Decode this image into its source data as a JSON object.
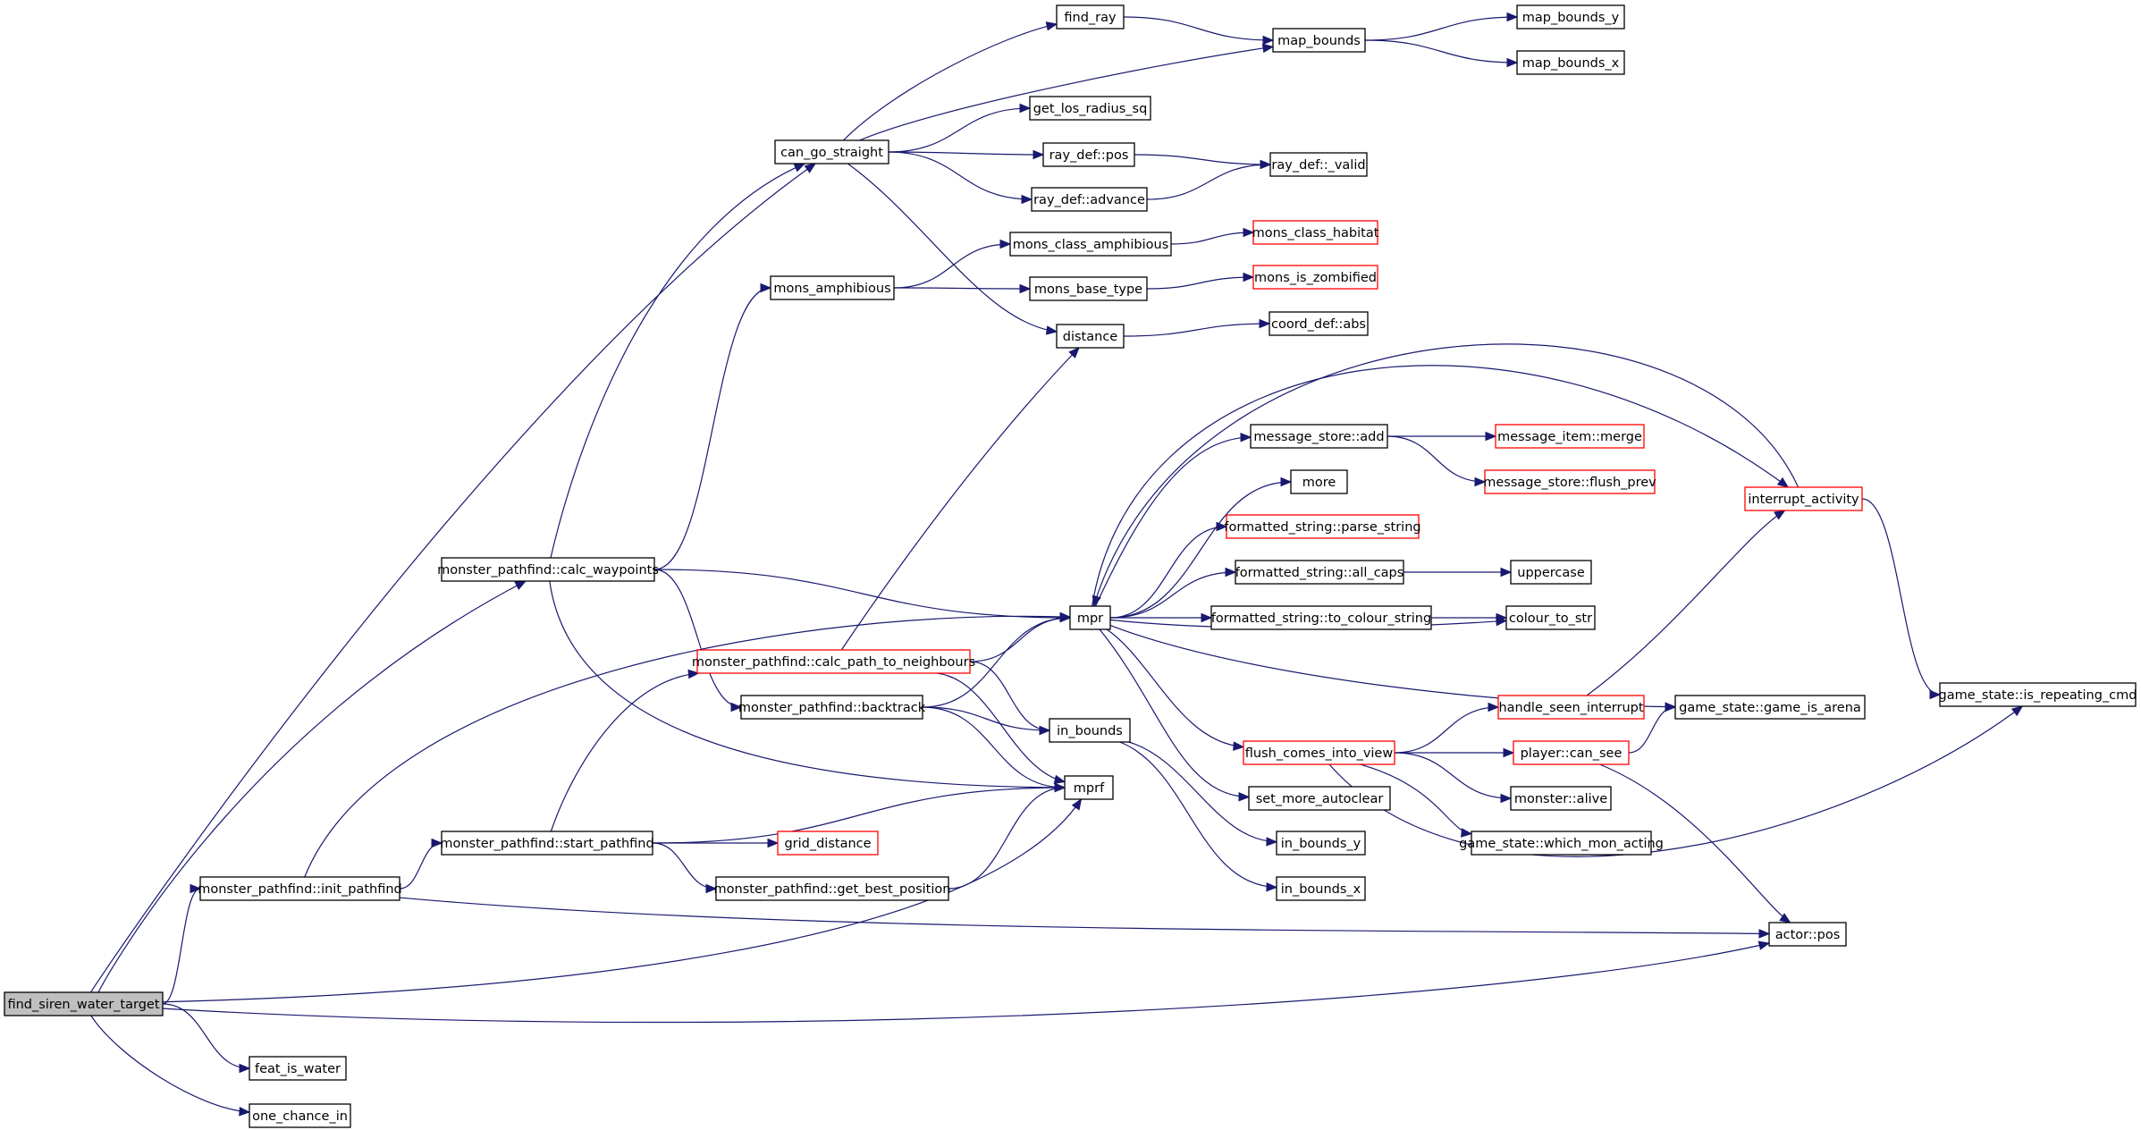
{
  "colors": {
    "edge": "#191970",
    "node_border": "#000000",
    "node_border_truncated": "#ff0000",
    "root_fill": "#bfbfbf",
    "background": "#ffffff"
  },
  "nodes": [
    {
      "id": "find_siren_water_target",
      "label": "find_siren_water_target",
      "style": "root"
    },
    {
      "id": "calc_waypoints",
      "label": "monster_pathfind::calc_waypoints",
      "style": "normal"
    },
    {
      "id": "init_pathfind",
      "label": "monster_pathfind::init_pathfind",
      "style": "normal"
    },
    {
      "id": "feat_is_water",
      "label": "feat_is_water",
      "style": "normal"
    },
    {
      "id": "one_chance_in",
      "label": "one_chance_in",
      "style": "normal"
    },
    {
      "id": "can_go_straight",
      "label": "can_go_straight",
      "style": "normal"
    },
    {
      "id": "mons_amphibious",
      "label": "mons_amphibious",
      "style": "normal"
    },
    {
      "id": "calc_path_to_neighbours",
      "label": "monster_pathfind::calc_path_to_neighbours",
      "style": "red"
    },
    {
      "id": "backtrack",
      "label": "monster_pathfind::backtrack",
      "style": "normal"
    },
    {
      "id": "start_pathfind",
      "label": "monster_pathfind::start_pathfind",
      "style": "normal"
    },
    {
      "id": "grid_distance",
      "label": "grid_distance",
      "style": "red"
    },
    {
      "id": "get_best_position",
      "label": "monster_pathfind::get_best_position",
      "style": "normal"
    },
    {
      "id": "find_ray",
      "label": "find_ray",
      "style": "normal"
    },
    {
      "id": "map_bounds",
      "label": "map_bounds",
      "style": "normal"
    },
    {
      "id": "map_bounds_y",
      "label": "map_bounds_y",
      "style": "normal"
    },
    {
      "id": "map_bounds_x",
      "label": "map_bounds_x",
      "style": "normal"
    },
    {
      "id": "get_los_radius_sq",
      "label": "get_los_radius_sq",
      "style": "normal"
    },
    {
      "id": "ray_pos",
      "label": "ray_def::pos",
      "style": "normal"
    },
    {
      "id": "ray_valid",
      "label": "ray_def::_valid",
      "style": "normal"
    },
    {
      "id": "ray_advance",
      "label": "ray_def::advance",
      "style": "normal"
    },
    {
      "id": "mons_class_amphibious",
      "label": "mons_class_amphibious",
      "style": "normal"
    },
    {
      "id": "mons_class_habitat",
      "label": "mons_class_habitat",
      "style": "red"
    },
    {
      "id": "mons_base_type",
      "label": "mons_base_type",
      "style": "normal"
    },
    {
      "id": "mons_is_zombified",
      "label": "mons_is_zombified",
      "style": "red"
    },
    {
      "id": "distance",
      "label": "distance",
      "style": "normal"
    },
    {
      "id": "coord_abs",
      "label": "coord_def::abs",
      "style": "normal"
    },
    {
      "id": "mpr",
      "label": "mpr",
      "style": "normal"
    },
    {
      "id": "mprf",
      "label": "mprf",
      "style": "normal"
    },
    {
      "id": "in_bounds",
      "label": "in_bounds",
      "style": "normal"
    },
    {
      "id": "in_bounds_y",
      "label": "in_bounds_y",
      "style": "normal"
    },
    {
      "id": "in_bounds_x",
      "label": "in_bounds_x",
      "style": "normal"
    },
    {
      "id": "message_store_add",
      "label": "message_store::add",
      "style": "normal"
    },
    {
      "id": "message_item_merge",
      "label": "message_item::merge",
      "style": "red"
    },
    {
      "id": "message_store_flush_prev",
      "label": "message_store::flush_prev",
      "style": "red"
    },
    {
      "id": "more",
      "label": "more",
      "style": "normal"
    },
    {
      "id": "parse_string",
      "label": "formatted_string::parse_string",
      "style": "red"
    },
    {
      "id": "all_caps",
      "label": "formatted_string::all_caps",
      "style": "normal"
    },
    {
      "id": "uppercase",
      "label": "uppercase",
      "style": "normal"
    },
    {
      "id": "to_colour_string",
      "label": "formatted_string::to_colour_string",
      "style": "normal"
    },
    {
      "id": "colour_to_str",
      "label": "colour_to_str",
      "style": "normal"
    },
    {
      "id": "flush_comes_into_view",
      "label": "flush_comes_into_view",
      "style": "red"
    },
    {
      "id": "set_more_autoclear",
      "label": "set_more_autoclear",
      "style": "normal"
    },
    {
      "id": "handle_seen_interrupt",
      "label": "handle_seen_interrupt",
      "style": "red"
    },
    {
      "id": "player_can_see",
      "label": "player::can_see",
      "style": "red"
    },
    {
      "id": "monster_alive",
      "label": "monster::alive",
      "style": "normal"
    },
    {
      "id": "which_mon_acting",
      "label": "game_state::which_mon_acting",
      "style": "normal"
    },
    {
      "id": "interrupt_activity",
      "label": "interrupt_activity",
      "style": "red"
    },
    {
      "id": "game_is_arena",
      "label": "game_state::game_is_arena",
      "style": "normal"
    },
    {
      "id": "is_repeating_cmd",
      "label": "game_state::is_repeating_cmd",
      "style": "normal"
    },
    {
      "id": "actor_pos",
      "label": "actor::pos",
      "style": "normal"
    }
  ],
  "edges": [
    [
      "find_siren_water_target",
      "calc_waypoints"
    ],
    [
      "find_siren_water_target",
      "init_pathfind"
    ],
    [
      "find_siren_water_target",
      "mprf"
    ],
    [
      "find_siren_water_target",
      "actor_pos"
    ],
    [
      "find_siren_water_target",
      "feat_is_water"
    ],
    [
      "find_siren_water_target",
      "one_chance_in"
    ],
    [
      "find_siren_water_target",
      "can_go_straight"
    ],
    [
      "calc_waypoints",
      "can_go_straight"
    ],
    [
      "calc_waypoints",
      "mons_amphibious"
    ],
    [
      "calc_waypoints",
      "mpr"
    ],
    [
      "calc_waypoints",
      "backtrack"
    ],
    [
      "calc_waypoints",
      "mprf"
    ],
    [
      "init_pathfind",
      "mpr"
    ],
    [
      "init_pathfind",
      "start_pathfind"
    ],
    [
      "init_pathfind",
      "actor_pos"
    ],
    [
      "can_go_straight",
      "find_ray"
    ],
    [
      "can_go_straight",
      "map_bounds"
    ],
    [
      "can_go_straight",
      "get_los_radius_sq"
    ],
    [
      "can_go_straight",
      "ray_pos"
    ],
    [
      "can_go_straight",
      "ray_advance"
    ],
    [
      "can_go_straight",
      "distance"
    ],
    [
      "find_ray",
      "map_bounds"
    ],
    [
      "map_bounds",
      "map_bounds_y"
    ],
    [
      "map_bounds",
      "map_bounds_x"
    ],
    [
      "ray_pos",
      "ray_valid"
    ],
    [
      "ray_advance",
      "ray_valid"
    ],
    [
      "mons_amphibious",
      "mons_class_amphibious"
    ],
    [
      "mons_amphibious",
      "mons_base_type"
    ],
    [
      "mons_class_amphibious",
      "mons_class_habitat"
    ],
    [
      "mons_base_type",
      "mons_is_zombified"
    ],
    [
      "distance",
      "coord_abs"
    ],
    [
      "start_pathfind",
      "calc_path_to_neighbours"
    ],
    [
      "start_pathfind",
      "mprf"
    ],
    [
      "start_pathfind",
      "grid_distance"
    ],
    [
      "start_pathfind",
      "get_best_position"
    ],
    [
      "calc_path_to_neighbours",
      "distance"
    ],
    [
      "calc_path_to_neighbours",
      "mpr"
    ],
    [
      "calc_path_to_neighbours",
      "in_bounds"
    ],
    [
      "calc_path_to_neighbours",
      "mprf"
    ],
    [
      "backtrack",
      "mpr"
    ],
    [
      "backtrack",
      "in_bounds"
    ],
    [
      "backtrack",
      "mprf"
    ],
    [
      "get_best_position",
      "mprf"
    ],
    [
      "in_bounds",
      "in_bounds_y"
    ],
    [
      "in_bounds",
      "in_bounds_x"
    ],
    [
      "mpr",
      "message_store_add"
    ],
    [
      "mpr",
      "more"
    ],
    [
      "mpr",
      "parse_string"
    ],
    [
      "mpr",
      "all_caps"
    ],
    [
      "mpr",
      "to_colour_string"
    ],
    [
      "mpr",
      "colour_to_str"
    ],
    [
      "mpr",
      "flush_comes_into_view"
    ],
    [
      "mpr",
      "set_more_autoclear"
    ],
    [
      "mpr",
      "game_is_arena"
    ],
    [
      "mpr",
      "interrupt_activity"
    ],
    [
      "interrupt_activity",
      "mpr"
    ],
    [
      "message_store_add",
      "message_item_merge"
    ],
    [
      "message_store_add",
      "message_store_flush_prev"
    ],
    [
      "all_caps",
      "uppercase"
    ],
    [
      "to_colour_string",
      "colour_to_str"
    ],
    [
      "flush_comes_into_view",
      "handle_seen_interrupt"
    ],
    [
      "flush_comes_into_view",
      "player_can_see"
    ],
    [
      "flush_comes_into_view",
      "monster_alive"
    ],
    [
      "flush_comes_into_view",
      "which_mon_acting"
    ],
    [
      "flush_comes_into_view",
      "is_repeating_cmd"
    ],
    [
      "handle_seen_interrupt",
      "interrupt_activity"
    ],
    [
      "player_can_see",
      "game_is_arena"
    ],
    [
      "player_can_see",
      "actor_pos"
    ],
    [
      "interrupt_activity",
      "is_repeating_cmd"
    ]
  ]
}
